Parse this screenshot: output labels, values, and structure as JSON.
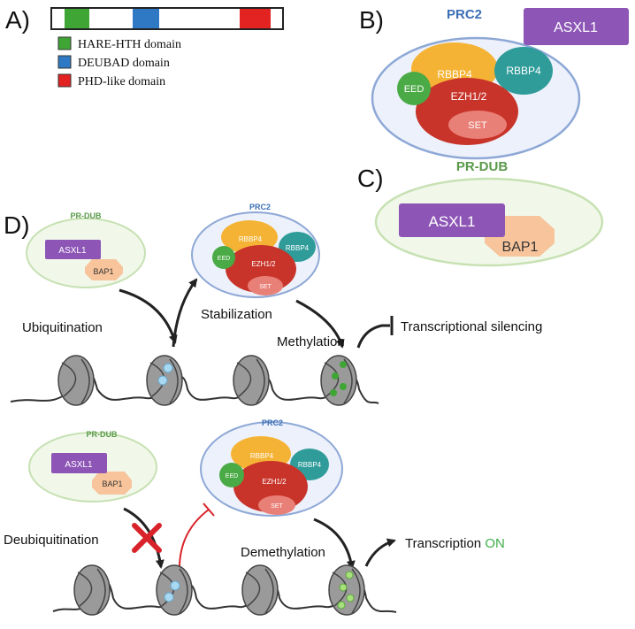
{
  "panels": {
    "a": "A)",
    "b": "B)",
    "c": "C)",
    "d": "D)"
  },
  "legend": [
    {
      "label": "HARE-HTH domain",
      "color": "#3fa535"
    },
    {
      "label": "DEUBAD domain",
      "color": "#2f79c4"
    },
    {
      "label": "PHD-like domain",
      "color": "#e32222"
    }
  ],
  "complexes": {
    "prc2_title": "PRC2",
    "prdub_title": "PR-DUB",
    "asxl1": "ASXL1",
    "bap1": "BAP1",
    "rbbp4": "RBBP4",
    "eed": "EED",
    "ezh": "EZH1/2",
    "set": "SET"
  },
  "steps": {
    "ubiquitination": "Ubiquitination",
    "stabilization": "Stabilization",
    "methylation": "Methylation",
    "silencing": "Transcriptional silencing",
    "deubiquitination": "Deubiquitination",
    "demethylation": "Demethylation",
    "transcription": "Transcription",
    "on": "ON"
  },
  "colors": {
    "prc2_title": "#3d6fb6",
    "prdub_title": "#5a9a4a",
    "asxl1": "#8d56b6",
    "bap1": "#f7c49b",
    "rbbp4_orange": "#f5b335",
    "rbbp4_teal": "#2f9c9a",
    "eed": "#4aaa45",
    "ezh": "#c8342a",
    "set": "#e98078",
    "on": "#3fae49"
  }
}
